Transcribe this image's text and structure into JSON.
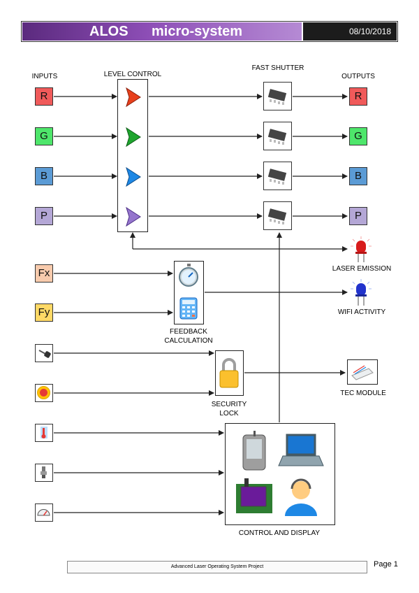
{
  "header": {
    "title_part1": "ALOS",
    "title_part2": "micro-system",
    "date": "08/10/2018"
  },
  "labels": {
    "inputs": "INPUTS",
    "level_control": "LEVEL CONTROL",
    "fast_shutter": "FAST SHUTTER",
    "outputs": "OUTPUTS",
    "laser_emission": "LASER EMISSION",
    "wifi_activity": "WIFI ACTIVITY",
    "feedback_line1": "FEEDBACK",
    "feedback_line2": "CALCULATION",
    "security_line1": "SECURITY",
    "security_line2": "LOCK",
    "tec_module": "TEC MODULE",
    "control_display": "CONTROL AND DISPLAY"
  },
  "channels": [
    {
      "label": "R",
      "color": "#f05a5a",
      "arrow_color": "#e8401c"
    },
    {
      "label": "G",
      "color": "#4ee66b",
      "arrow_color": "#1ea52e"
    },
    {
      "label": "B",
      "color": "#5b9bd5",
      "arrow_color": "#1e88e5"
    },
    {
      "label": "P",
      "color": "#b4a7d6",
      "arrow_color": "#7e57c2"
    }
  ],
  "feedback_inputs": [
    {
      "label": "Fx",
      "color": "#f8cbad"
    },
    {
      "label": "Fy",
      "color": "#ffd966"
    }
  ],
  "footer": {
    "project": "Advanced Laser Operating System Project",
    "page": "Page 1"
  }
}
